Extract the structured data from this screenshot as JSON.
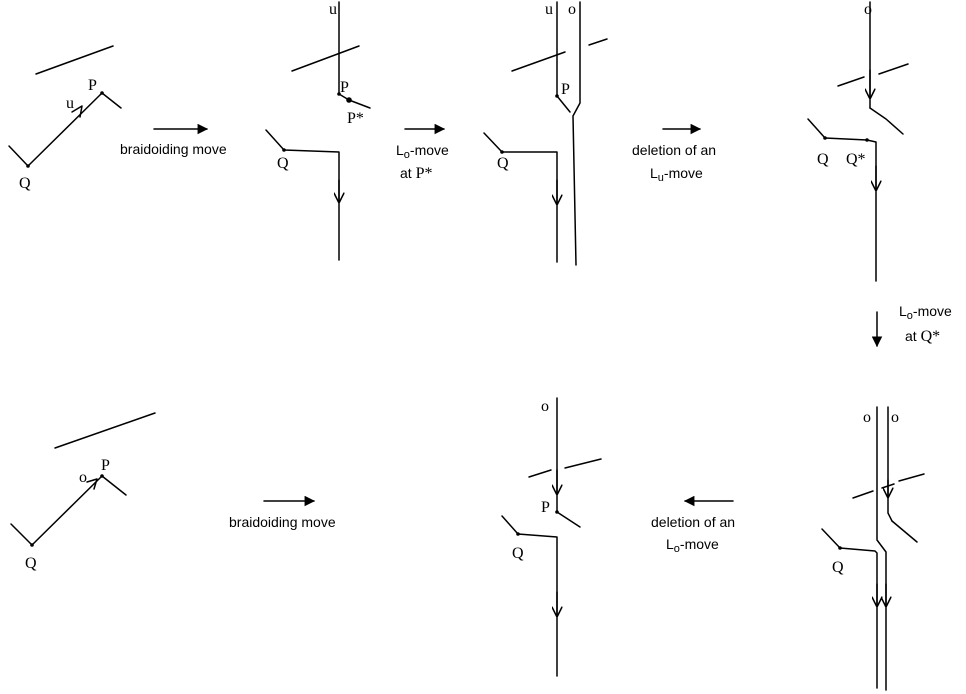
{
  "labels": {
    "u": "u",
    "o": "o",
    "P": "P",
    "Q": "Q",
    "P_star": "P*",
    "Q_star": "Q*"
  },
  "captions": {
    "braidoiding_move": "braidoiding move",
    "L": "L",
    "move_suffix": "-move",
    "at": "at",
    "deletion_of_an": "deletion of an",
    "sub_o": "o",
    "sub_u": "u"
  }
}
